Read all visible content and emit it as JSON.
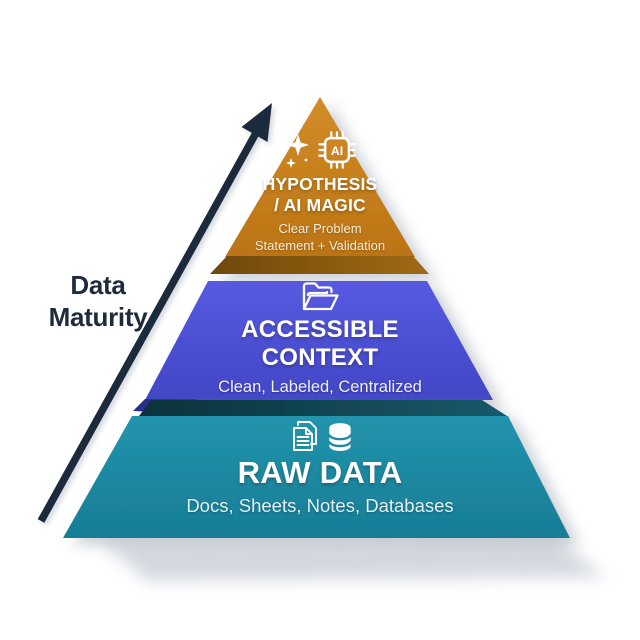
{
  "diagram": {
    "type": "pyramid",
    "axis_label": {
      "line1": "Data",
      "line2": "Maturity"
    },
    "arrow": {
      "direction": "up",
      "color": "#1c2b3d"
    },
    "tiers": [
      {
        "level": 3,
        "name": "hypothesis-ai-magic",
        "icons": [
          "sparkles-icon",
          "ai-chip-icon"
        ],
        "chip_text": "AI",
        "title_line1": "HYPOTHESIS",
        "title_line2": "/ AI MAGIC",
        "subtitle_line1": "Clear Problem",
        "subtitle_line2": "Statement + Validation",
        "face_color": "#c9821d",
        "edge_color": "#8a5a12"
      },
      {
        "level": 2,
        "name": "accessible-context",
        "icons": [
          "open-folder-icon"
        ],
        "title_line1": "ACCESSIBLE",
        "title_line2": "CONTEXT",
        "subtitle": "Clean, Labeled, Centralized",
        "face_color": "#4d51d6",
        "edge_color": "#2b2f8e"
      },
      {
        "level": 1,
        "name": "raw-data",
        "icons": [
          "documents-icon",
          "database-icon"
        ],
        "title": "RAW DATA",
        "subtitle": "Docs, Sheets, Notes, Databases",
        "face_color": "#1f89a2",
        "edge_color": "#113d49"
      }
    ]
  }
}
